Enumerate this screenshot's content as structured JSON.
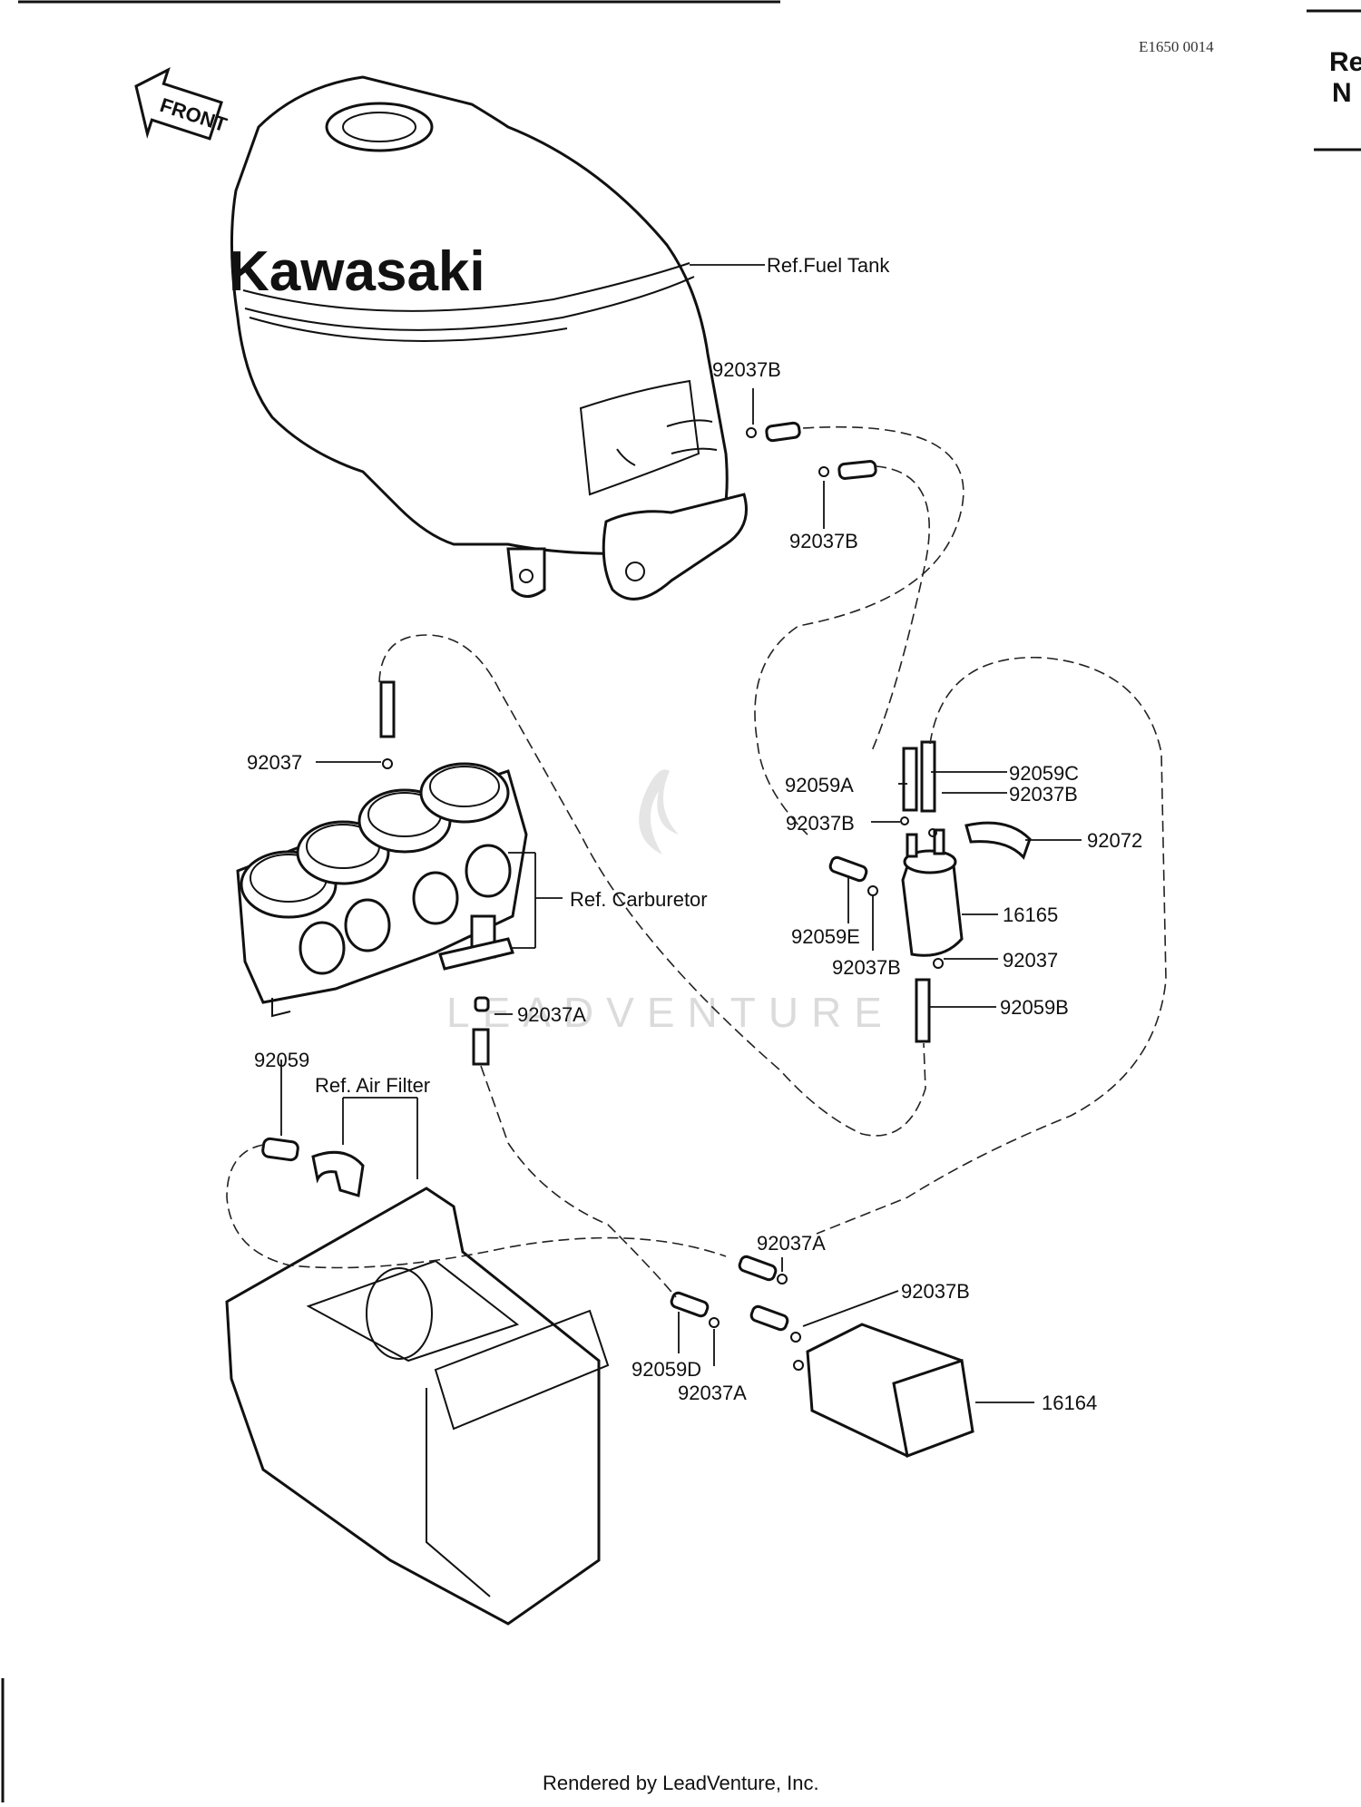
{
  "diagram": {
    "code": "E1650 0014",
    "side_note": [
      "Re",
      "N"
    ],
    "front_label": "FRONT",
    "brand": "Kawasaki",
    "watermark": "LEADVENTURE",
    "footer": "Rendered by LeadVenture, Inc.",
    "labels": {
      "ref_fuel_tank": "Ref.Fuel Tank",
      "p92037b_1": "92037B",
      "p92037b_2": "92037B",
      "p92037": "92037",
      "p92059a": "92059A",
      "p92059c": "92059C",
      "p92037b_3": "92037B",
      "p92037b_4": "92037B",
      "p92072": "92072",
      "ref_carburetor": "Ref. Carburetor",
      "p92059e": "92059E",
      "p16165": "16165",
      "p92037b_5": "92037B",
      "p92037_2": "92037",
      "p92037a_1": "92037A",
      "p92059b": "92059B",
      "p92059": "92059",
      "ref_air_filter": "Ref. Air Filter",
      "p92037a_2": "92037A",
      "p92037b_6": "92037B",
      "p92059d": "92059D",
      "p92037a_3": "92037A",
      "p16164": "16164"
    }
  }
}
